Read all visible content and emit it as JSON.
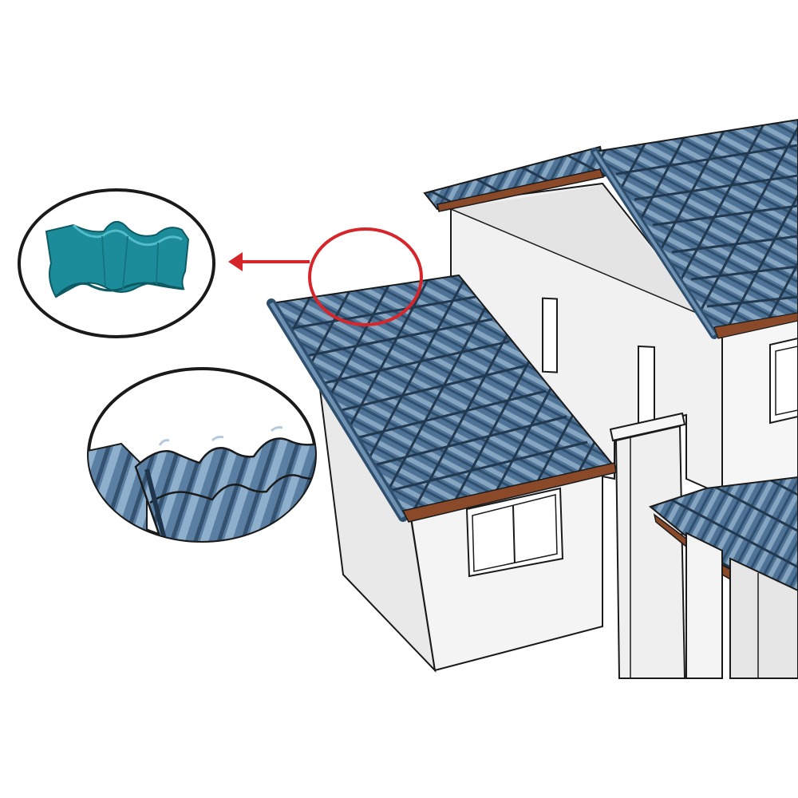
{
  "illustration": {
    "subject": "house-with-tiled-roof",
    "callouts": [
      {
        "name": "ridge-cap-tile-detail",
        "icon": "ridge-cap-icon"
      },
      {
        "name": "roof-sheet-profile-detail",
        "icon": "wave-profile-icon"
      }
    ]
  },
  "colors": {
    "tile_blue": "#4f7396",
    "tile_dark": "#2f4f6e",
    "tile_light": "#86a5c0",
    "ridge_teal": "#1d8c9a",
    "eave_brown": "#8a4a2a",
    "wall_white": "#f1f1f1",
    "wall_shade": "#dcdcdc",
    "highlight_red": "#d6252b",
    "outline": "#1a1a1a"
  }
}
